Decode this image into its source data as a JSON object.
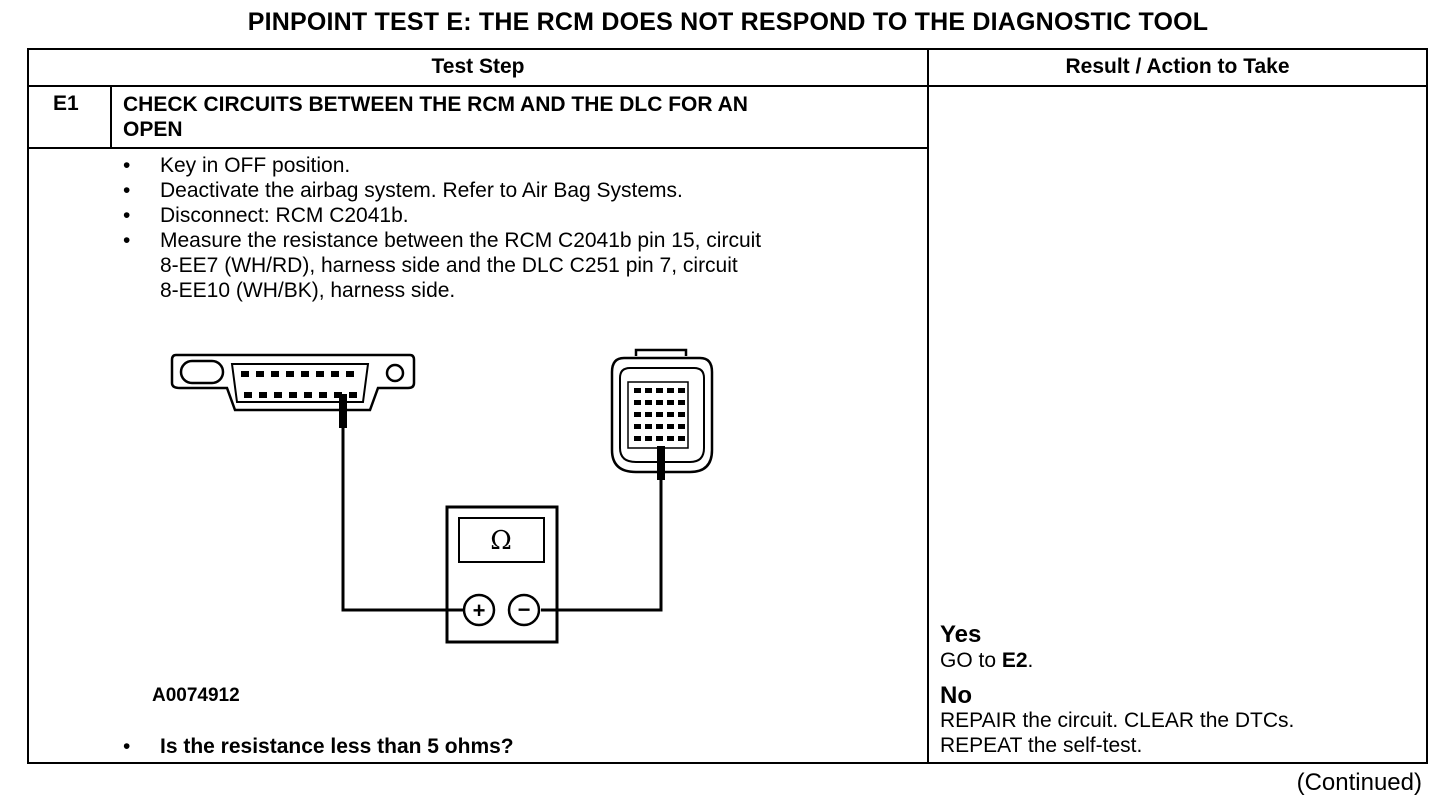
{
  "title": "PINPOINT TEST  E: THE RCM DOES NOT RESPOND TO THE DIAGNOSTIC TOOL",
  "headers": {
    "test_step": "Test Step",
    "result": "Result / Action to Take"
  },
  "step": {
    "number": "E1",
    "title_line1": "CHECK CIRCUITS BETWEEN THE RCM AND THE DLC FOR AN",
    "title_line2": "OPEN",
    "bullets": [
      "Key in OFF position.",
      "Deactivate the airbag system. Refer to Air Bag Systems.",
      "Disconnect: RCM C2041b.",
      "Measure the resistance between the RCM C2041b pin 15, circuit"
    ],
    "bullet4_line2": "8-EE7 (WH/RD), harness side and the DLC C251 pin 7, circuit",
    "bullet4_line3": "8-EE10 (WH/BK), harness side.",
    "figure_id": "A0074912",
    "meter_symbol": "Ω",
    "plus": "+",
    "minus": "−",
    "question": "Is the resistance less than 5 ohms?",
    "bullet_char": "•"
  },
  "result": {
    "yes_label": "Yes",
    "yes_text_prefix": "GO to ",
    "yes_target": "E2",
    "yes_text_suffix": ".",
    "no_label": "No",
    "no_line1": "REPAIR the circuit. CLEAR the DTCs.",
    "no_line2": "REPEAT the self-test."
  },
  "continued": "(Continued)"
}
